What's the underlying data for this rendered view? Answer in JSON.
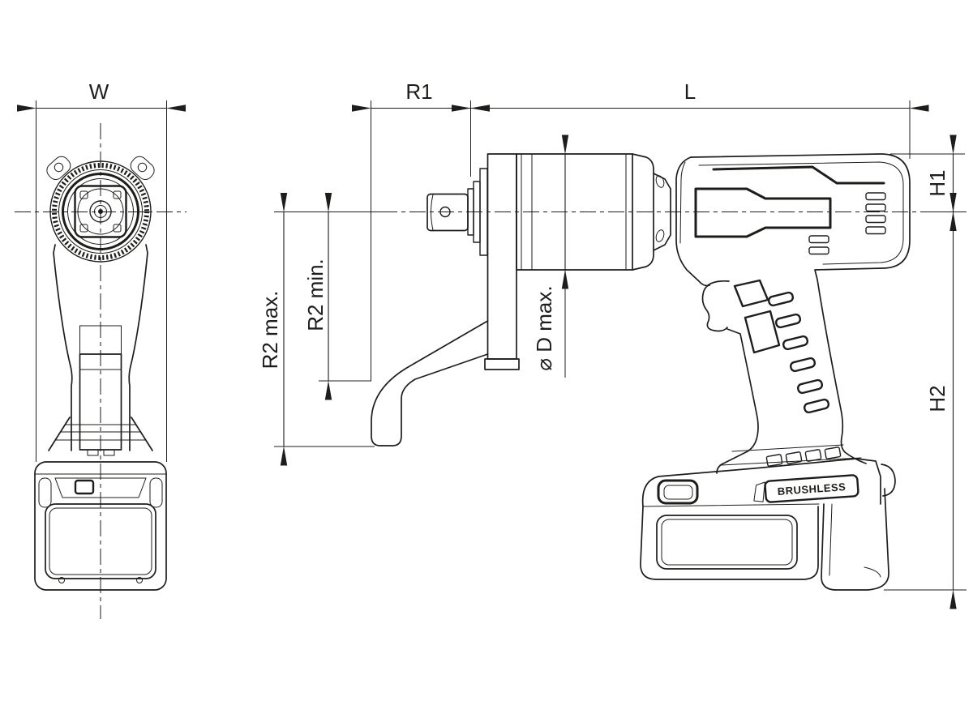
{
  "drawing": {
    "background": "#ffffff",
    "line_color": "#1d1d1b",
    "views": {
      "front": "front-view",
      "side": "side-view"
    },
    "labels": {
      "w": "W",
      "r1": "R1",
      "l": "L",
      "h1": "H1",
      "h2": "H2",
      "r2_max": "R2 max.",
      "r2_min": "R2 min.",
      "d_max": "⌀ D max."
    },
    "annotations": {
      "brushless": "BRUSHLESS"
    }
  }
}
